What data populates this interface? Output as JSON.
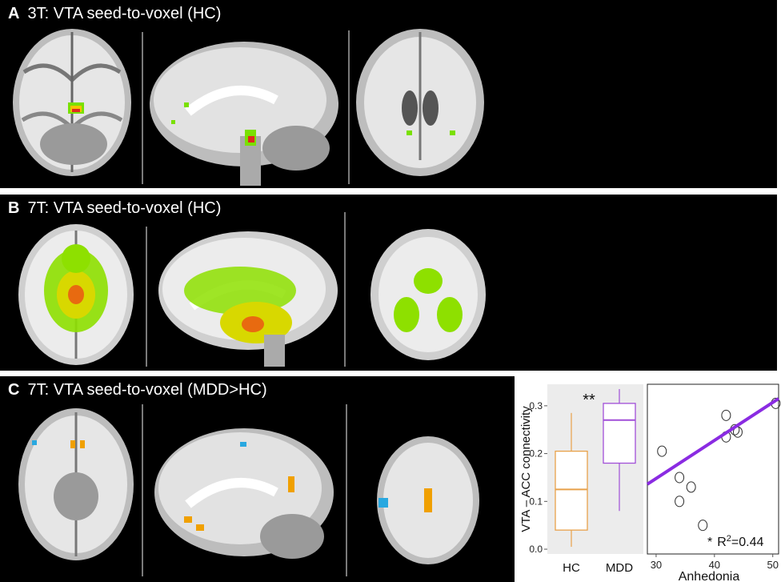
{
  "panels": [
    {
      "letter": "A",
      "title": "3T: VTA seed-to-voxel (HC)"
    },
    {
      "letter": "B",
      "title": "7T: VTA seed-to-voxel (HC)"
    },
    {
      "letter": "C",
      "title": "7T: VTA seed-to-voxel (MDD>HC)"
    }
  ],
  "colors": {
    "hc": "#e8a14a",
    "mdd": "#a14fd8",
    "fit_line": "#8a2be2",
    "box_bg": "#ececec",
    "activation_hot": "#e0281e",
    "activation_warm": "#f5c400",
    "activation_cool": "#7ae000",
    "activation_blue": "#29a8e0",
    "activation_orange": "#f0a000"
  },
  "chart_data": [
    {
      "type": "box",
      "ylabel": "VTA – ACC connectivity",
      "categories": [
        "HC",
        "MDD"
      ],
      "ylim": [
        -0.01,
        0.345
      ],
      "yticks": [
        "0.0",
        "0.1",
        "0.2",
        "0.3"
      ],
      "ytick_values": [
        0.0,
        0.1,
        0.2,
        0.3
      ],
      "boxes": [
        {
          "category": "HC",
          "min": 0.005,
          "q1": 0.04,
          "median": 0.125,
          "q3": 0.205,
          "max": 0.285
        },
        {
          "category": "MDD",
          "min": 0.08,
          "q1": 0.18,
          "median": 0.27,
          "q3": 0.305,
          "max": 0.335
        }
      ],
      "annotation": "**",
      "grid": false
    },
    {
      "type": "scatter",
      "xlabel": "Anhedonia",
      "xticks": [
        "30",
        "40",
        "50"
      ],
      "xtick_values": [
        30,
        40,
        50
      ],
      "xlim": [
        28.5,
        51
      ],
      "ylim": [
        -0.01,
        0.345
      ],
      "points": [
        {
          "x": 31,
          "y": 0.205
        },
        {
          "x": 34,
          "y": 0.1
        },
        {
          "x": 34,
          "y": 0.15
        },
        {
          "x": 36,
          "y": 0.13
        },
        {
          "x": 38,
          "y": 0.05
        },
        {
          "x": 42,
          "y": 0.28
        },
        {
          "x": 42,
          "y": 0.235
        },
        {
          "x": 43.5,
          "y": 0.25
        },
        {
          "x": 44,
          "y": 0.245
        },
        {
          "x": 50.5,
          "y": 0.305
        }
      ],
      "fit": {
        "x0": 28.5,
        "y0": 0.136,
        "x1": 51,
        "y1": 0.315
      },
      "annotation_star": "*",
      "annotation_r2_prefix": "R",
      "annotation_r2_sup": "2",
      "annotation_r2_value": "=0.44"
    }
  ]
}
